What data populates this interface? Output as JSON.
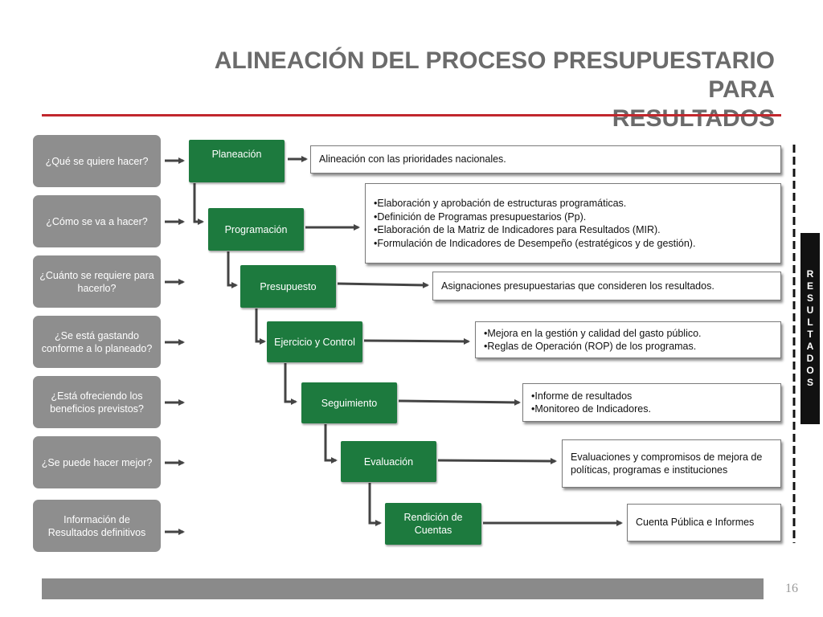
{
  "title_line1": "ALINEACIÓN DEL PROCESO PRESUPUESTARIO PARA",
  "title_line2": "RESULTADOS",
  "questions": [
    "¿Qué se quiere hacer?",
    "¿Cómo se va a hacer?",
    "¿Cuánto se requiere para hacerlo?",
    "¿Se está gastando conforme a lo planeado?",
    "¿Está ofreciendo los beneficios previstos?",
    "¿Se puede hacer mejor?",
    "Información de Resultados definitivos"
  ],
  "stages": [
    "Planeación",
    "Programación",
    "Presupuesto",
    "Ejercicio y Control",
    "Seguimiento",
    "Evaluación",
    "Rendición de Cuentas"
  ],
  "outputs": {
    "planeacion": "Alineación con las prioridades nacionales.",
    "programacion": [
      "Elaboración y aprobación de estructuras programáticas.",
      "Definición de Programas presupuestarios (Pp).",
      "Elaboración de la Matriz de Indicadores para Resultados (MIR).",
      "Formulación de Indicadores de Desempeño (estratégicos y de gestión)."
    ],
    "presupuesto": "Asignaciones presupuestarias que consideren los resultados.",
    "ejercicio": [
      "Mejora en la gestión y calidad del gasto público.",
      "Reglas de Operación  (ROP) de los programas."
    ],
    "seguimiento": [
      "Informe de resultados",
      "Monitoreo de Indicadores."
    ],
    "evaluacion": "Evaluaciones y compromisos de mejora de políticas, programas e instituciones",
    "rendicion": "Cuenta Pública e Informes"
  },
  "resultados_letters": [
    "R",
    "E",
    "S",
    "U",
    "L",
    "T",
    "A",
    "D",
    "O",
    "S"
  ],
  "page_number": "16",
  "colors": {
    "title": "#6b6b6b",
    "rule": "#c1272d",
    "question_bg": "#8e8e8e",
    "stage_bg": "#1d7a3e",
    "footer": "#8a8a8a"
  }
}
